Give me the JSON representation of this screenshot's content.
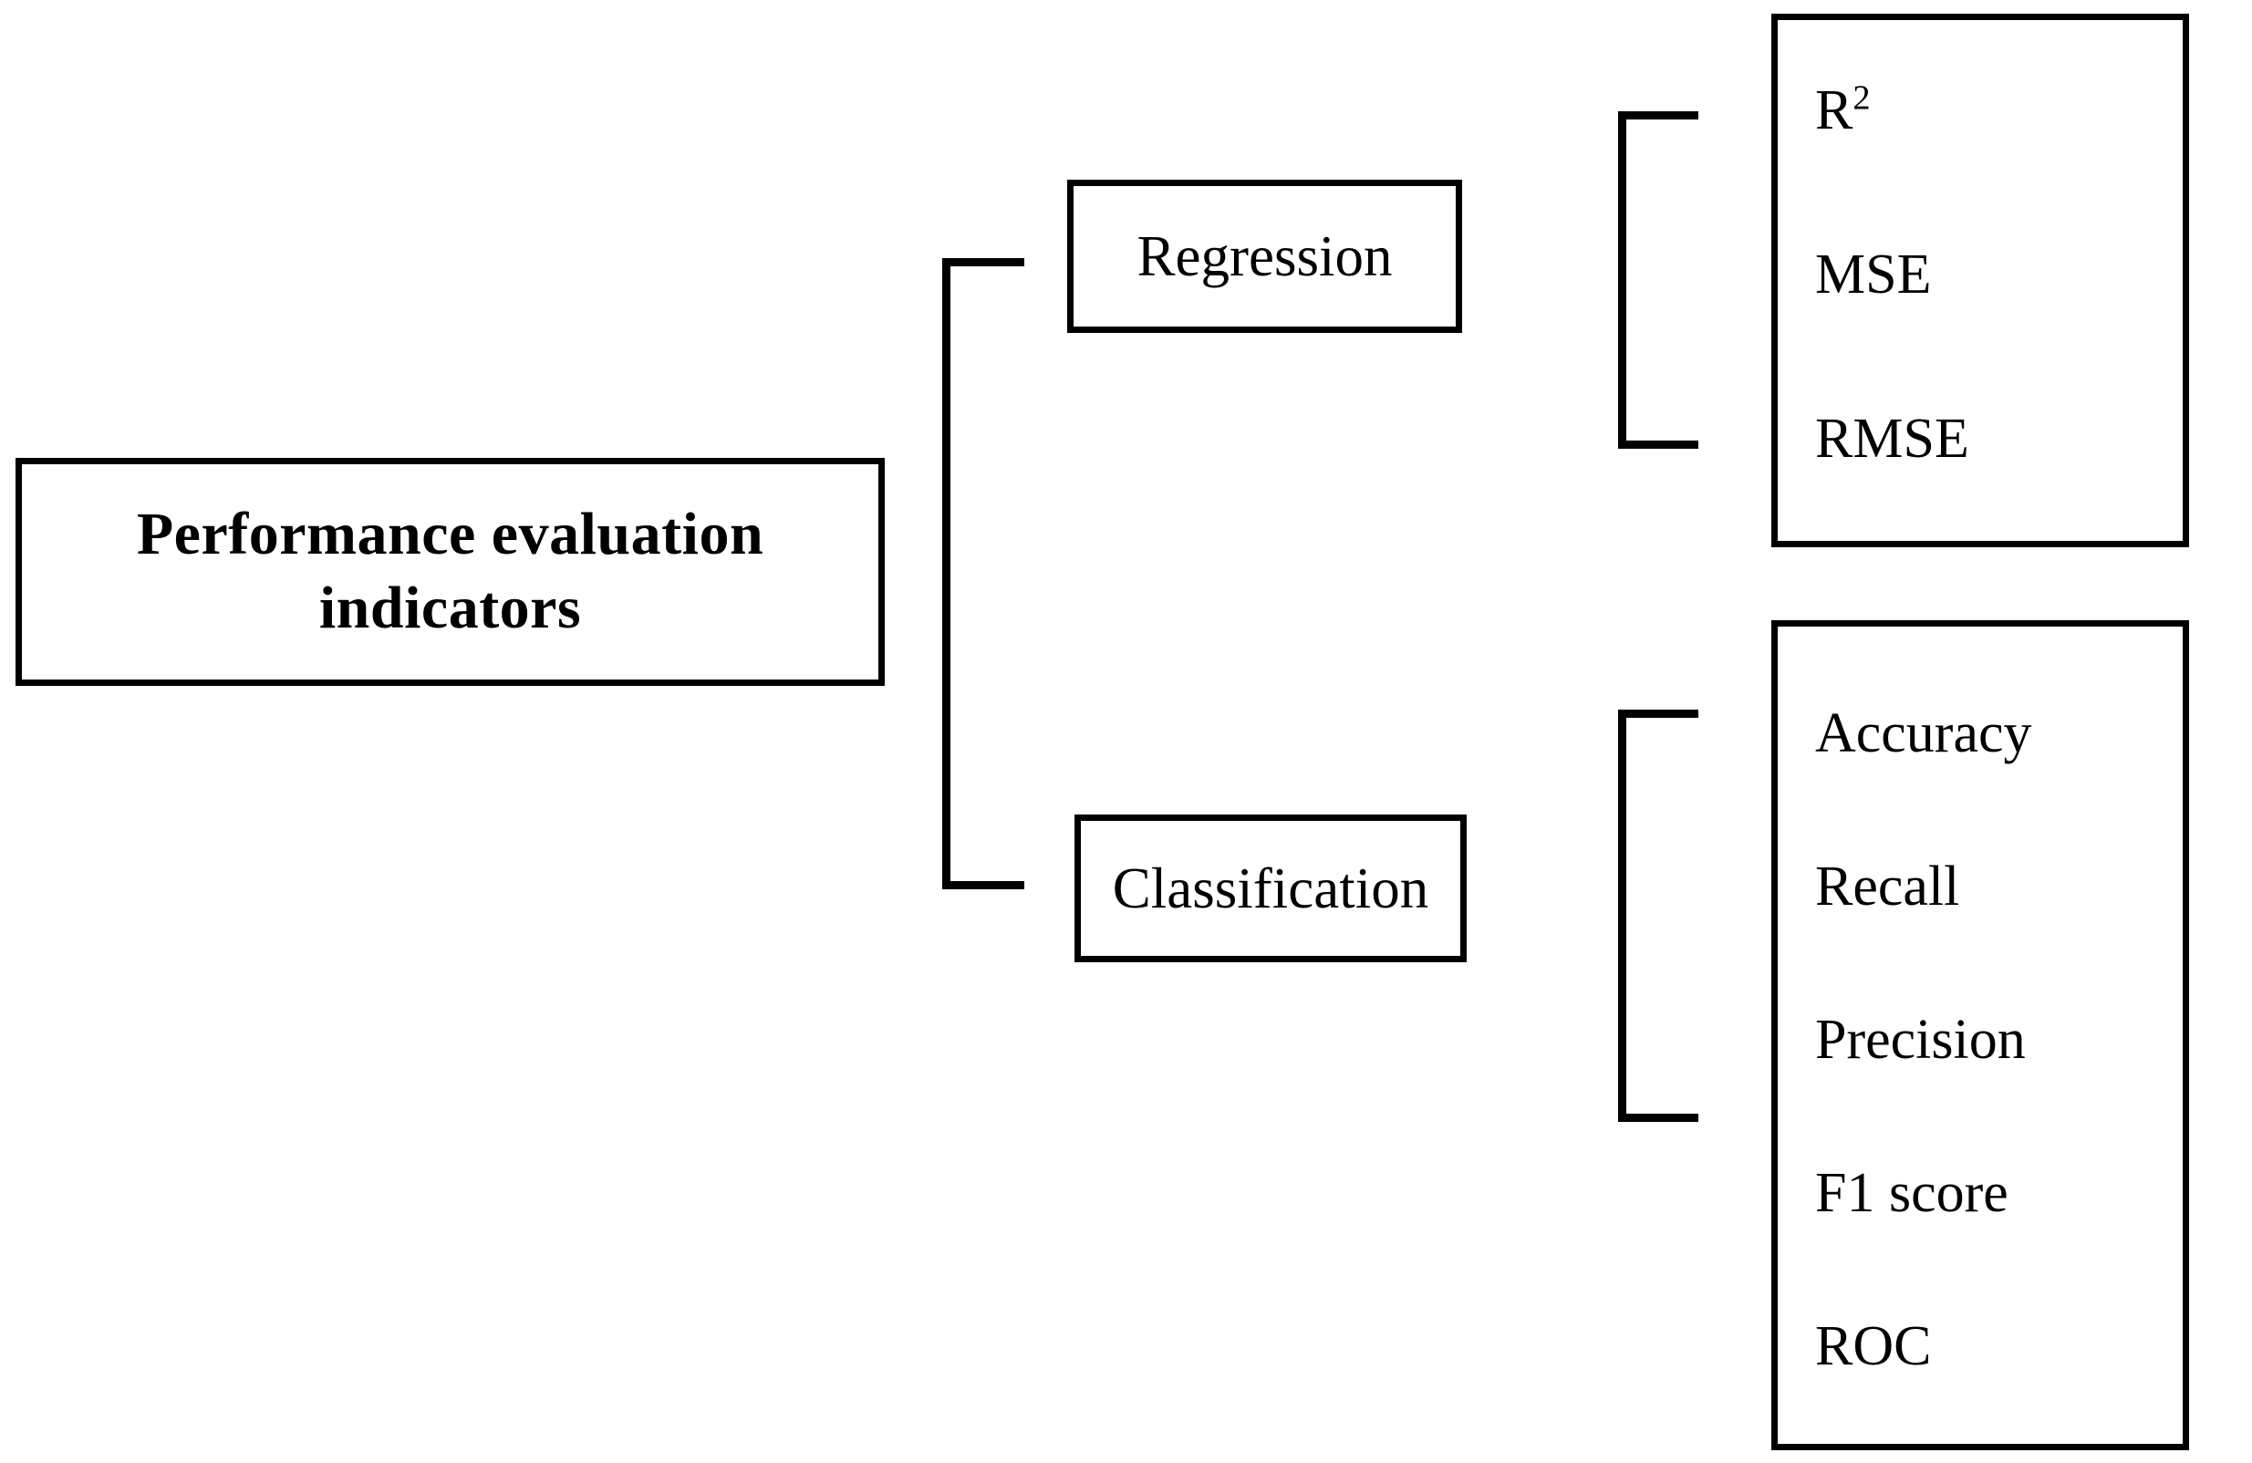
{
  "diagram": {
    "type": "hierarchy-tree",
    "orientation": "left-to-right",
    "title_node": {
      "label": "Performance evaluation indicators",
      "line1": "Performance evaluation",
      "line2": "indicators",
      "bold": true
    },
    "branches": [
      {
        "id": "regression",
        "label": "Regression",
        "metrics": [
          {
            "text": "R",
            "superscript": "2",
            "display": "R²"
          },
          {
            "text": "MSE",
            "superscript": "",
            "display": "MSE"
          },
          {
            "text": "RMSE",
            "superscript": "",
            "display": "RMSE"
          }
        ]
      },
      {
        "id": "classification",
        "label": "Classification",
        "metrics": [
          {
            "text": "Accuracy",
            "superscript": "",
            "display": "Accuracy"
          },
          {
            "text": "Recall",
            "superscript": "",
            "display": "Recall"
          },
          {
            "text": "Precision",
            "superscript": "",
            "display": "Precision"
          },
          {
            "text": "F1 score",
            "superscript": "",
            "display": "F1 score"
          },
          {
            "text": "ROC",
            "superscript": "",
            "display": "ROC"
          }
        ]
      }
    ],
    "colors": {
      "background": "#ffffff",
      "stroke": "#000000",
      "text": "#000000"
    }
  }
}
